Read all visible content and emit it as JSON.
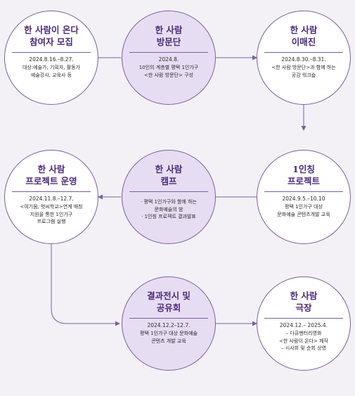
{
  "nodes": [
    {
      "title": "한 사람이 온다\n참여자 모집",
      "date": "2024.8.16.–8.27.",
      "desc": "대상:예술가, 기획자, 활동가\n예술강사, 교육사 등"
    },
    {
      "title": "한 사람\n방문단",
      "date": "2024.8.",
      "desc": "10인의 계층별 평택 1인가구\n<한 사람 방문단> 구성"
    },
    {
      "title": "한 사람\n이매진",
      "date": "2024.8.30.–8.31.",
      "desc": "<한 사람 방문단>과 함께 하는\n공감 워크숍"
    },
    {
      "title": "1인칭\n프로젝트",
      "date": "2024.9.5.–10.10",
      "desc": "평택 1인가구 대상\n문화예술 콘텐츠개발 교육"
    },
    {
      "title": "한 사람\n캠프",
      "date": "",
      "desc": "· 평택 1인가구와 함께 하는\n문화예술의 밤\n· 1인칭 프로젝트 결과발표"
    },
    {
      "title": "한 사람\n프로젝트 운영",
      "date": "2024.11.8.–12.7.",
      "desc": "<여기뭄, 벗씨학교>연계 매칭\n지원을 통한 1인가구\n프로그램 실행"
    },
    {
      "title": "결과전시 및\n공유회",
      "date": "2024.12.2–12.7.",
      "desc": "평택 1인가구 대상 문화예술\n콘텐츠 개발 교육"
    },
    {
      "title": "한 사람\n극장",
      "date": "2024.12.– 2025.4.",
      "desc": "– 다큐멘터리영화\n<한 사람이 온다> 제작\n– 시사회 및 순회 상영"
    }
  ],
  "colors": {
    "line": "#7b5ea3",
    "title": "#4b2a78",
    "highlight_fill": "#e7ddf2",
    "background": "#f3f1f6"
  }
}
